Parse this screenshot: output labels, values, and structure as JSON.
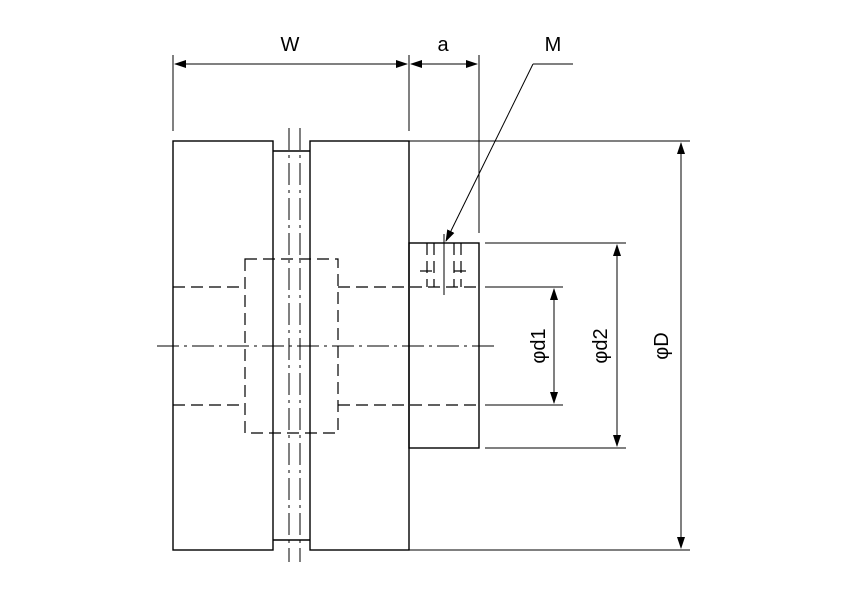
{
  "labels": {
    "width": "W",
    "hub_length": "a",
    "setscrew": "M",
    "bore_diameter": "φd1",
    "hub_diameter": "φd2",
    "outer_diameter": "φD"
  }
}
